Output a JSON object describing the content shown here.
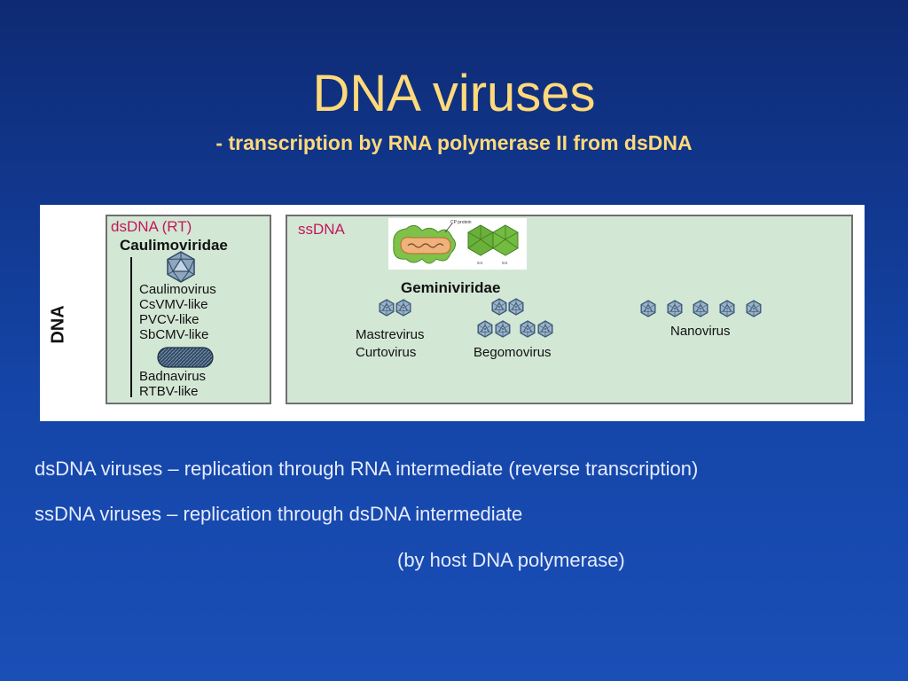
{
  "slide": {
    "title": "DNA viruses",
    "subtitle": "- transcription by RNA polymerase II from dsDNA"
  },
  "figure": {
    "side_label": "DNA",
    "left_panel": {
      "title": "dsDNA (RT)",
      "family": "Caulimoviridae",
      "genera_group1": [
        "Caulimovirus",
        "CsVMV-like",
        "PVCV-like",
        "SbCMV-like"
      ],
      "genera_group2": [
        "Badnavirus",
        "RTBV-like"
      ]
    },
    "right_panel": {
      "title": "ssDNA",
      "family": "Geminiviridae",
      "em_label": "CP protein",
      "em_sublabels": [
        "5nt",
        "5nt"
      ],
      "group_a": [
        "Mastrevirus",
        "Curtovirus"
      ],
      "group_b": "Begomovirus",
      "group_c": "Nanovirus"
    },
    "colors": {
      "panel_fill": "#d3e7d5",
      "panel_title": "#c2185b",
      "virion": "#3c5a78"
    },
    "icons": [
      "icosahedron-icon",
      "bacilliform-virion-icon",
      "geminate-particle-icon",
      "nanovirus-particle-icon"
    ]
  },
  "notes": {
    "line1": "dsDNA viruses – replication through RNA intermediate (reverse transcription)",
    "line2": "ssDNA viruses – replication through dsDNA intermediate",
    "line3": "(by host DNA polymerase)"
  }
}
